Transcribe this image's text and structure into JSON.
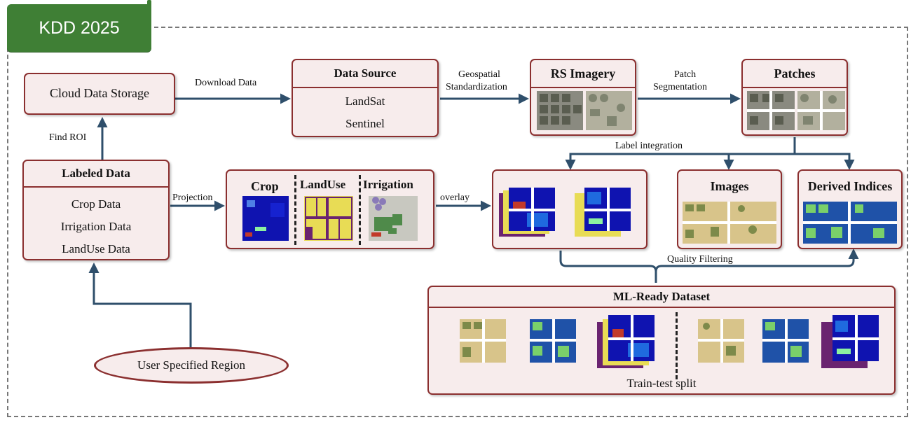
{
  "tag": {
    "label": "KDD 2025"
  },
  "nodes": {
    "cloud_storage": "Cloud Data Storage",
    "data_source": {
      "title": "Data Source",
      "items": [
        "LandSat",
        "Sentinel"
      ]
    },
    "rs_imagery": "RS Imagery",
    "patches": "Patches",
    "labeled_data": {
      "title": "Labeled Data",
      "items": [
        "Crop Data",
        "Irrigation Data",
        "LandUse Data"
      ]
    },
    "layers": {
      "crop": "Crop",
      "landuse": "LandUse",
      "irrigation": "Irrigation"
    },
    "images": "Images",
    "derived_indices": "Derived Indices",
    "ml_ready": {
      "title": "ML-Ready Dataset",
      "footer": "Train-test split"
    },
    "user_region": "User Specified Region"
  },
  "edges": {
    "download": "Download Data",
    "geo_std_1": "Geospatial",
    "geo_std_2": "Standardization",
    "patch_seg_1": "Patch",
    "patch_seg_2": "Segmentation",
    "find_roi": "Find ROI",
    "projection": "Projection",
    "overlay": "overlay",
    "label_integration": "Label integration",
    "quality_filtering": "Quality Filtering"
  },
  "colors": {
    "border": "#8b2f2f",
    "box_fill": "#f7ecec",
    "arrow": "#2f4f6b",
    "tag": "#3f7f35"
  }
}
